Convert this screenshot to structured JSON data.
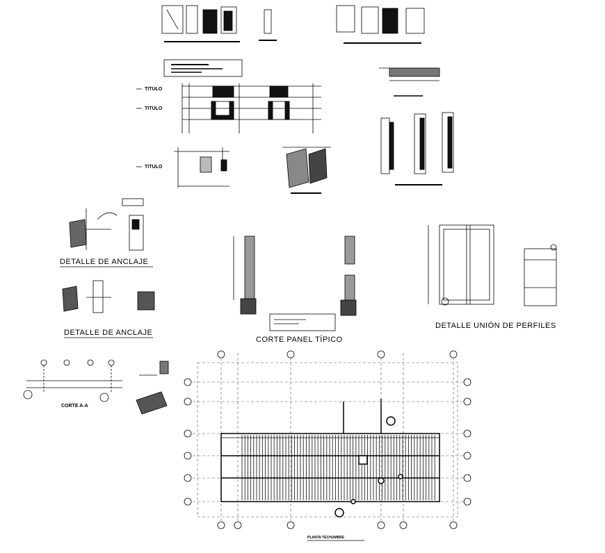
{
  "labels": {
    "titulo_1": "TITULO",
    "titulo_2": "TITULO",
    "titulo_3": "TITULO",
    "detalle_anclaje_1": "DETALLE DE ANCLAJE",
    "detalle_anclaje_2": "DETALLE DE ANCLAJE",
    "corte_panel_tipico": "CORTE PANEL TÍPICO",
    "detalle_union_perfiles": "DETALLE UNIÓN DE PERFILES",
    "corte_aa": "CORTE A-A",
    "planta_techumbre": "PLANTA TECHUMBRE"
  },
  "colors": {
    "line": "#000000",
    "grid": "#555555",
    "hatch": "#1a1a1a",
    "background": "#ffffff"
  }
}
